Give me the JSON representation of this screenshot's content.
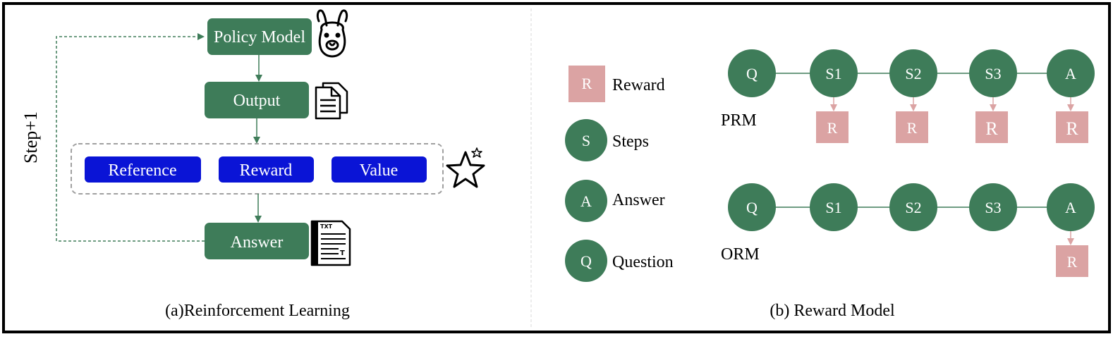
{
  "colors": {
    "green": "#3E7C59",
    "blue": "#0A14D6",
    "pink": "#DBA3A3",
    "border": "#000000",
    "dashed_gray": "#A0A0A0",
    "divider": "#D0D0D0"
  },
  "rl": {
    "step_label": "Step+1",
    "policy_label": "Policy Model",
    "output_label": "Output",
    "reference_label": "Reference",
    "reward_label": "Reward",
    "value_label": "Value",
    "answer_label": "Answer",
    "caption": "(a)Reinforcement Learning",
    "icons": [
      "llama-icon",
      "documents-icon",
      "star-icon",
      "txt-file-icon"
    ],
    "txt_icon_text": "TXT",
    "txt_icon_t": "T"
  },
  "rm": {
    "legend": [
      {
        "letter": "R",
        "label": "Reward",
        "shape": "square"
      },
      {
        "letter": "S",
        "label": "Steps",
        "shape": "circle"
      },
      {
        "letter": "A",
        "label": "Answer",
        "shape": "circle"
      },
      {
        "letter": "Q",
        "label": "Question",
        "shape": "circle"
      }
    ],
    "prm": {
      "label": "PRM",
      "nodes": [
        "Q",
        "S1",
        "S2",
        "S3",
        "A"
      ],
      "rewards": [
        "R",
        "R",
        "R",
        "R"
      ]
    },
    "orm": {
      "label": "ORM",
      "nodes": [
        "Q",
        "S1",
        "S2",
        "S3",
        "A"
      ],
      "rewards": [
        "R"
      ]
    },
    "caption": "(b) Reward Model"
  }
}
